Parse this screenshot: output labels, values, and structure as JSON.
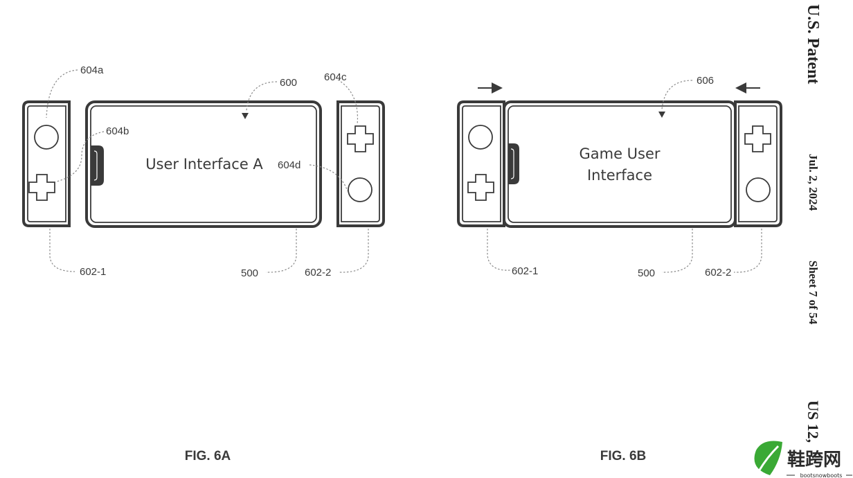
{
  "header": {
    "office": "U.S. Patent",
    "date": "Jul. 2, 2024",
    "sheet": "Sheet 7 of 54",
    "patent_number_partial": "US 12,"
  },
  "fig_a": {
    "caption": "FIG. 6A",
    "screen_text": "User Interface A",
    "refs": {
      "r604a": "604a",
      "r604b": "604b",
      "r600": "600",
      "r604c": "604c",
      "r604d": "604d",
      "r602_1": "602-1",
      "r500": "500",
      "r602_2": "602-2"
    }
  },
  "fig_b": {
    "caption": "FIG. 6B",
    "screen_text_line1": "Game User",
    "screen_text_line2": "Interface",
    "refs": {
      "r606": "606",
      "r602_1": "602-1",
      "r500": "500",
      "r602_2": "602-2"
    }
  },
  "watermark": {
    "title": "鞋跨网",
    "subtitle": "bootsnowboots"
  },
  "colors": {
    "line": "#3a3a3a",
    "leader": "#8a8a8a",
    "watermark_green": "#3aa935"
  }
}
